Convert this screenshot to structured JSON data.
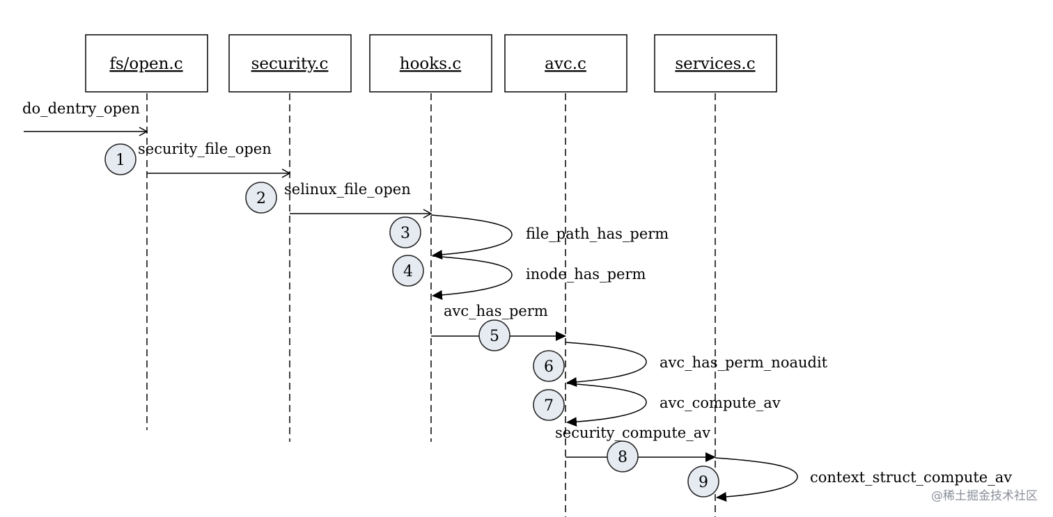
{
  "lifelines": [
    {
      "name": "fs/open.c"
    },
    {
      "name": "security.c"
    },
    {
      "name": "hooks.c"
    },
    {
      "name": "avc.c"
    },
    {
      "name": "services.c"
    }
  ],
  "messages": [
    {
      "label": "do_dentry_open"
    },
    {
      "label": "security_file_open",
      "step": "1"
    },
    {
      "label": "selinux_file_open",
      "step": "2"
    },
    {
      "label": "file_path_has_perm",
      "step": "3"
    },
    {
      "label": "inode_has_perm",
      "step": "4"
    },
    {
      "label": "avc_has_perm",
      "step": "5"
    },
    {
      "label": "avc_has_perm_noaudit",
      "step": "6"
    },
    {
      "label": "avc_compute_av",
      "step": "7"
    },
    {
      "label": "security_compute_av",
      "step": "8"
    },
    {
      "label": "context_struct_compute_av",
      "step": "9"
    }
  ],
  "watermark": "@稀土掘金技术社区"
}
